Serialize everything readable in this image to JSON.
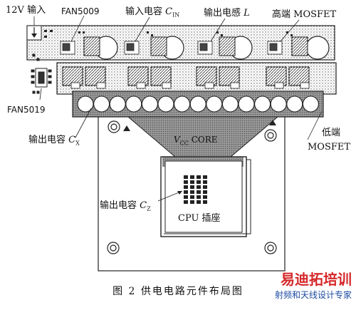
{
  "labels": {
    "input_12v": "12V 输入",
    "fan5009": "FAN5009",
    "input_cap_prefix": "输入电容",
    "input_cap_symbol": "C",
    "input_cap_sub": "IN",
    "output_inductor_prefix": "输出电感",
    "output_inductor_symbol": "L",
    "high_side": "高端 MOSFET",
    "fan5019": "FAN5019",
    "output_cap_x_prefix": "输出电容",
    "output_cap_x_symbol": "C",
    "output_cap_x_sub": "X",
    "low_side_line1": "低端",
    "low_side_line2": "MOSFET",
    "vcc_core_symbol": "V",
    "vcc_core_sub": "CC",
    "vcc_core_text": "CORE",
    "output_cap_z_prefix": "输出电容",
    "output_cap_z_symbol": "C",
    "output_cap_z_sub": "Z",
    "cpu_socket": "CPU 插座"
  },
  "caption": "图 2   供电电路元件布局图",
  "watermark": {
    "line1": "易迪拓培训",
    "line2": "射频和天线设计专家",
    "color1": "#d6282a",
    "color2": "#1b4aa0"
  }
}
